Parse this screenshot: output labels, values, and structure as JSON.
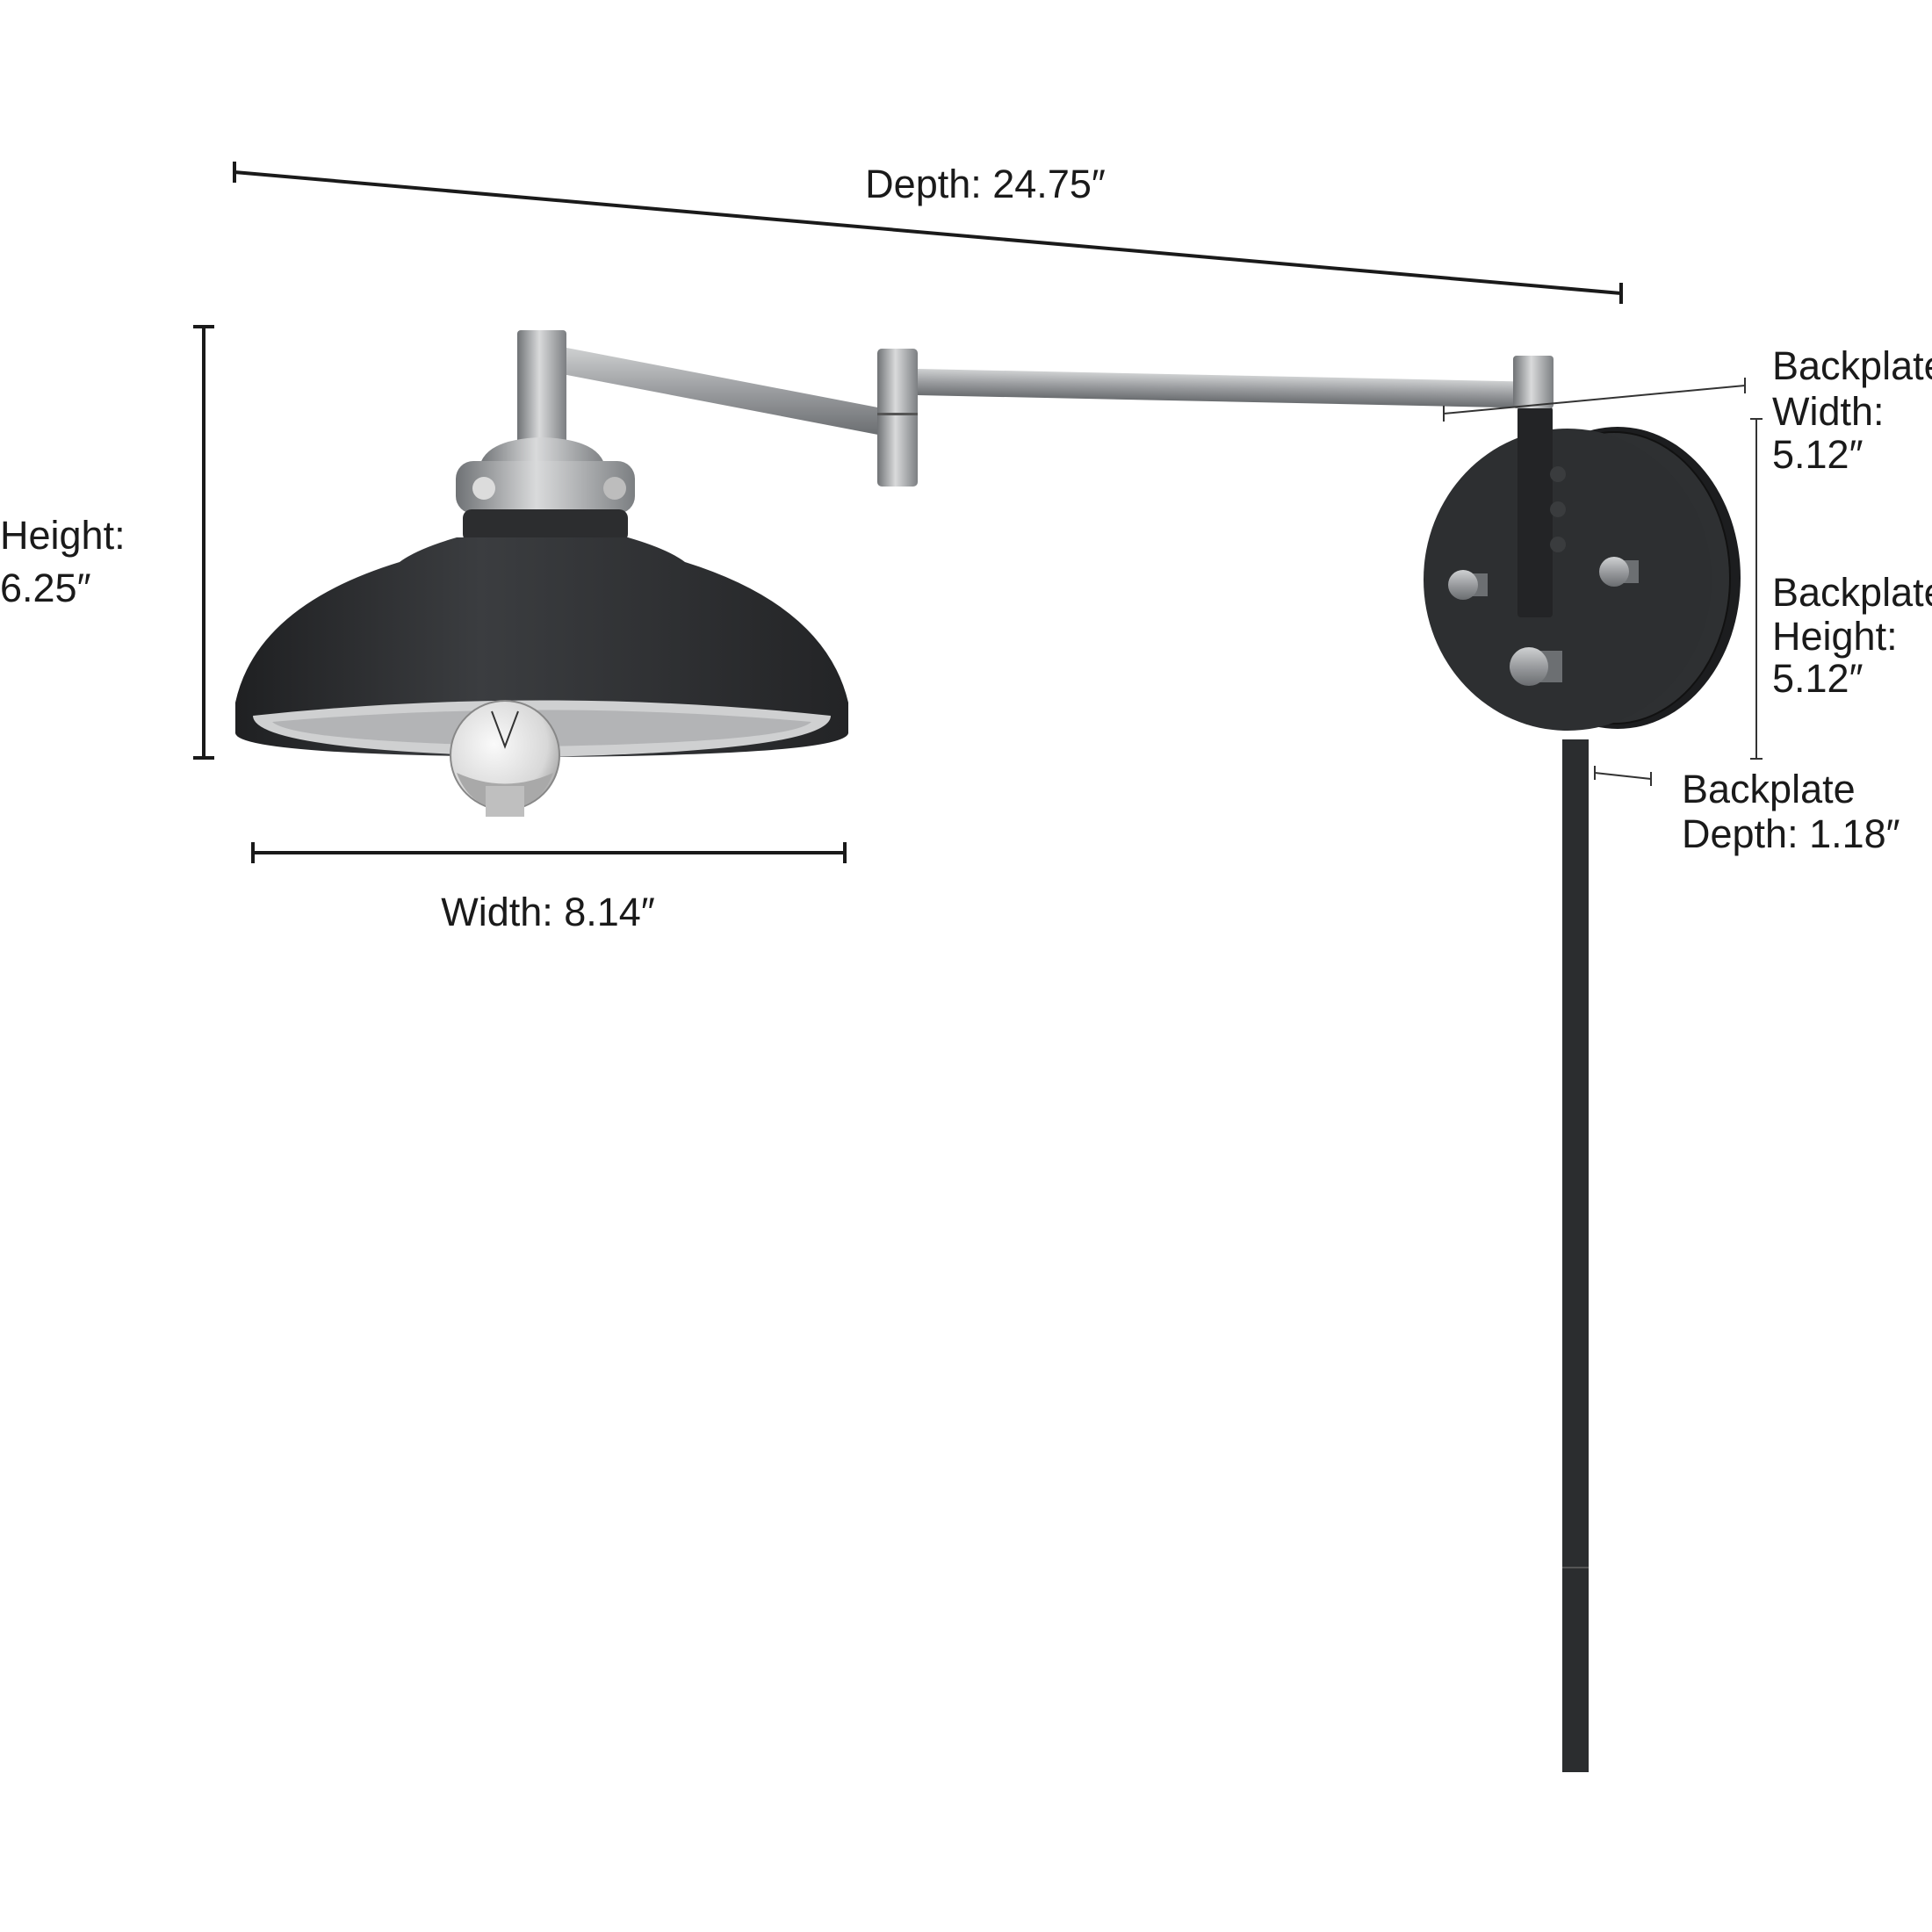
{
  "dimensions": {
    "depth": "Depth: 24.75″",
    "height_label": "Height:",
    "height_value": "6.25″",
    "width": "Width: 8.14″",
    "backplate_width": {
      "l1": "Backplate",
      "l2": "Width:",
      "l3": "5.12″"
    },
    "backplate_height": {
      "l1": "Backplate",
      "l2": "Height:",
      "l3": "5.12″"
    },
    "backplate_depth": {
      "l1": "Backplate",
      "l2": "Depth: 1.18″"
    }
  },
  "colors": {
    "finish_black": "#2b2d2f",
    "finish_nickel": "#a9abad",
    "background": "#ffffff"
  }
}
